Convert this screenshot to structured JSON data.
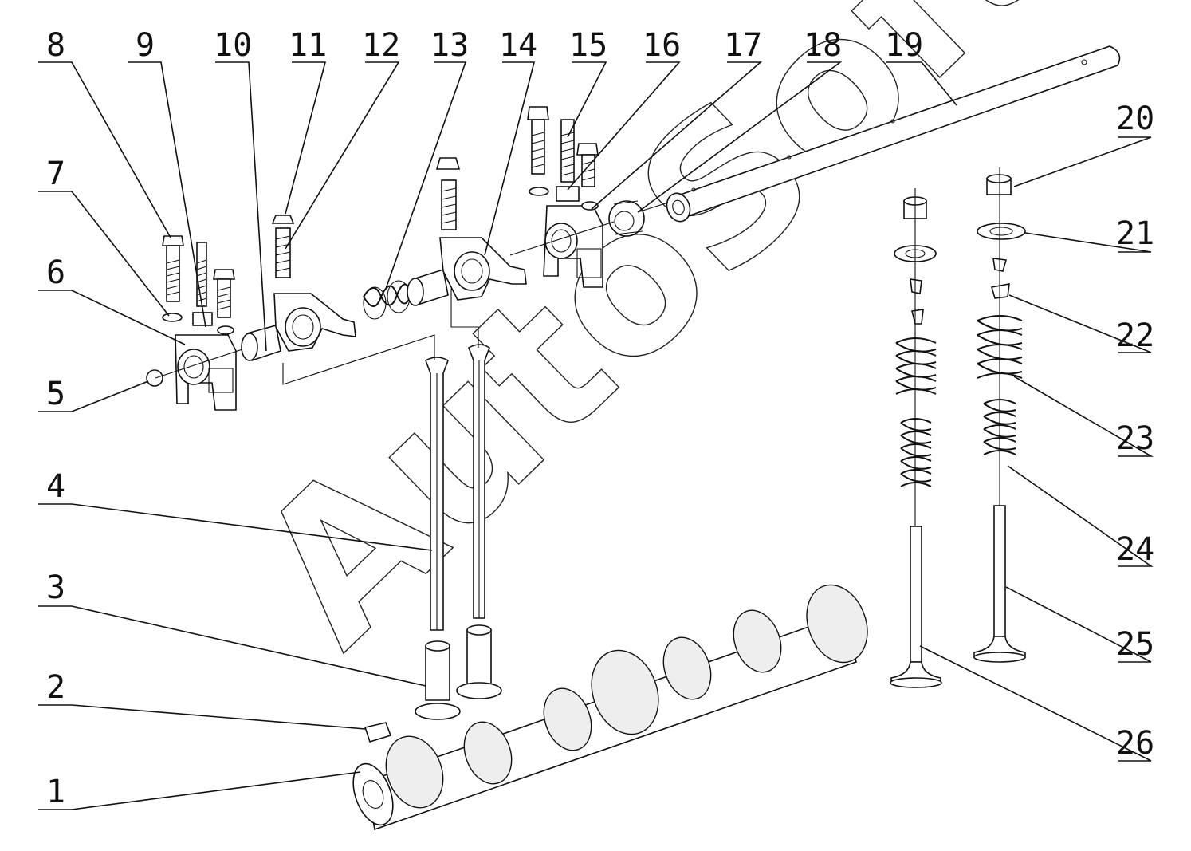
{
  "watermark": {
    "text": "AutoSoft"
  },
  "callouts": [
    {
      "num": "1"
    },
    {
      "num": "2"
    },
    {
      "num": "3"
    },
    {
      "num": "4"
    },
    {
      "num": "5"
    },
    {
      "num": "6"
    },
    {
      "num": "7"
    },
    {
      "num": "8"
    },
    {
      "num": "9"
    },
    {
      "num": "10"
    },
    {
      "num": "11"
    },
    {
      "num": "12"
    },
    {
      "num": "13"
    },
    {
      "num": "14"
    },
    {
      "num": "15"
    },
    {
      "num": "16"
    },
    {
      "num": "17"
    },
    {
      "num": "18"
    },
    {
      "num": "19"
    },
    {
      "num": "20"
    },
    {
      "num": "21"
    },
    {
      "num": "22"
    },
    {
      "num": "23"
    },
    {
      "num": "24"
    },
    {
      "num": "25"
    },
    {
      "num": "26"
    }
  ]
}
